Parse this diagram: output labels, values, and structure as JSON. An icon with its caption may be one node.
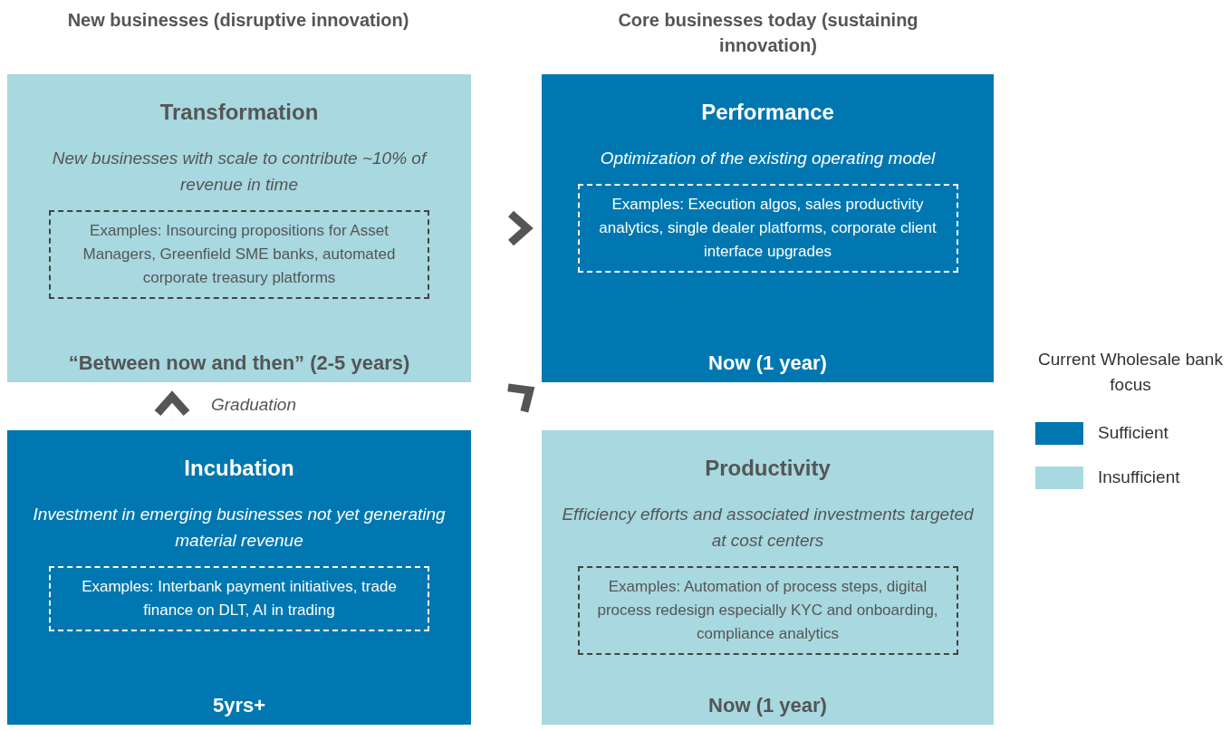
{
  "diagram": {
    "nodes": [
      {
        "text": [
          "Transformation",
          "New businesses with scale to contribute ~10% of revenue in time",
          "“Between now and then” (2-5 years)"
        ]
      },
      {
        "text": [
          "Examples: Insourcing propositions for Asset Managers, Greenfield SME banks, automated corporate treasury platforms"
        ],
        "in": 0
      },
      {
        "text": [
          "Performance",
          "Optimization of the existing operating model",
          "Now (1 year)"
        ]
      },
      {
        "text": [
          "Examples: Execution algos, sales productivity analytics, single dealer platforms, corporate client interface upgrades"
        ],
        "in": 2
      },
      {
        "text": [
          "Incubation",
          "Investment in emerging businesses not yet generating material revenue",
          "5yrs+"
        ]
      },
      {
        "text": [
          "Examples: Interbank payment initiatives, trade finance on DLT, AI in trading"
        ],
        "in": 4
      },
      {
        "text": [
          "Productivity",
          "Efficiency efforts and associated investments targeted at cost centers",
          "Now (1 year)"
        ]
      },
      {
        "text": [
          "Examples: Automation of process steps, digital process redesign especially KYC and onboarding, compliance analytics"
        ],
        "in": 6
      }
    ],
    "edges": [
      {
        "from": 4,
        "to": 0,
        "arrow": "to",
        "label": "Graduation"
      },
      {
        "from": 0,
        "to": 2,
        "arrow": "to"
      },
      {
        "from": 4,
        "to": 2,
        "arrow": "to"
      }
    ],
    "labels": [
      "New businesses (disruptive innovation)",
      "Core businesses today (sustaining innovation)",
      "Current Wholesale bank focus"
    ],
    "legend": [
      {
        "text": "Sufficient",
        "color": "#0077b0"
      },
      {
        "text": "Insufficient",
        "color": "#a8d8e0"
      }
    ]
  }
}
